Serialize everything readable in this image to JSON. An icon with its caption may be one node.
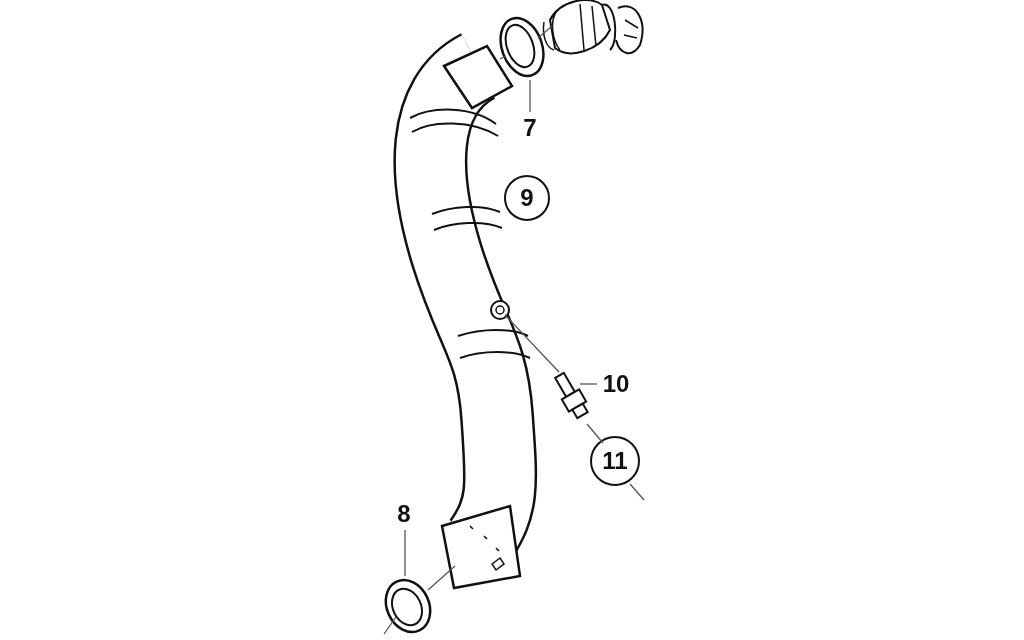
{
  "diagram": {
    "nodes": [
      {
        "text": [],
        "shape": "picture"
      },
      {
        "text": [],
        "shape": "picture"
      },
      {
        "text": [],
        "shape": "picture"
      },
      {
        "text": [
          "7"
        ]
      },
      {
        "text": [
          "9"
        ]
      },
      {
        "text": [],
        "shape": "picture"
      },
      {
        "text": [
          "10"
        ]
      },
      {
        "text": [
          "11"
        ]
      },
      {
        "text": [
          "8"
        ]
      },
      {
        "text": [],
        "shape": "picture"
      }
    ],
    "edges": [
      {
        "from": 1,
        "to": 0,
        "arrow": "none"
      },
      {
        "from": 2,
        "to": 1,
        "arrow": "none"
      },
      {
        "from": 3,
        "to": 1,
        "arrow": "none"
      },
      {
        "from": 2,
        "to": 5,
        "arrow": "none"
      },
      {
        "from": 6,
        "to": 5,
        "arrow": "none"
      },
      {
        "from": 5,
        "to": 7,
        "arrow": "none"
      },
      {
        "from": 7,
        "to": null,
        "arrow": "none"
      },
      {
        "from": 8,
        "to": 9,
        "arrow": "none"
      },
      {
        "from": 9,
        "to": 2,
        "arrow": "none"
      },
      {
        "from": 9,
        "to": null,
        "arrow": "none"
      }
    ]
  }
}
